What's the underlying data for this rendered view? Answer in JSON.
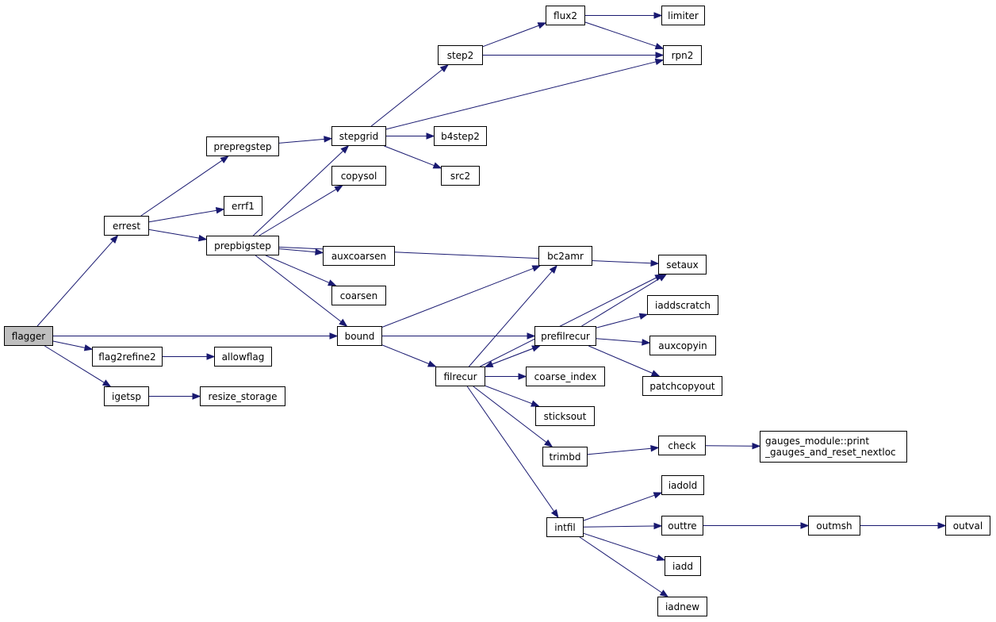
{
  "graph": {
    "root": "flagger",
    "nodes": {
      "flagger": "flagger",
      "errest": "errest",
      "flag2refine2": "flag2refine2",
      "igetsp": "igetsp",
      "bound": "bound",
      "prepregstep": "prepregstep",
      "errf1": "errf1",
      "prepbigstep": "prepbigstep",
      "allowflag": "allowflag",
      "resize_storage": "resize_storage",
      "stepgrid": "stepgrid",
      "copysol": "copysol",
      "auxcoarsen": "auxcoarsen",
      "coarsen": "coarsen",
      "step2": "step2",
      "b4step2": "b4step2",
      "src2": "src2",
      "flux2": "flux2",
      "limiter": "limiter",
      "rpn2": "rpn2",
      "filrecur": "filrecur",
      "bc2amr": "bc2amr",
      "prefilrecur": "prefilrecur",
      "coarse_index": "coarse_index",
      "sticksout": "sticksout",
      "trimbd": "trimbd",
      "intfil": "intfil",
      "setaux": "setaux",
      "iaddscratch": "iaddscratch",
      "auxcopyin": "auxcopyin",
      "patchcopyout": "patchcopyout",
      "check": "check",
      "gauges_print_line1": "gauges_module::print",
      "gauges_print_line2": "_gauges_and_reset_nextloc",
      "iadold": "iadold",
      "outtre": "outtre",
      "iadd": "iadd",
      "iadnew": "iadnew",
      "outmsh": "outmsh",
      "outval": "outval"
    },
    "edges": [
      [
        "flagger",
        "errest"
      ],
      [
        "flagger",
        "flag2refine2"
      ],
      [
        "flagger",
        "igetsp"
      ],
      [
        "flagger",
        "bound"
      ],
      [
        "errest",
        "prepregstep"
      ],
      [
        "errest",
        "errf1"
      ],
      [
        "errest",
        "prepbigstep"
      ],
      [
        "prepregstep",
        "stepgrid"
      ],
      [
        "prepbigstep",
        "stepgrid"
      ],
      [
        "prepbigstep",
        "copysol"
      ],
      [
        "prepbigstep",
        "auxcoarsen"
      ],
      [
        "prepbigstep",
        "coarsen"
      ],
      [
        "prepbigstep",
        "bound"
      ],
      [
        "prepbigstep",
        "setaux"
      ],
      [
        "flag2refine2",
        "allowflag"
      ],
      [
        "igetsp",
        "resize_storage"
      ],
      [
        "stepgrid",
        "step2"
      ],
      [
        "stepgrid",
        "rpn2"
      ],
      [
        "stepgrid",
        "b4step2"
      ],
      [
        "stepgrid",
        "src2"
      ],
      [
        "step2",
        "flux2"
      ],
      [
        "step2",
        "rpn2"
      ],
      [
        "flux2",
        "limiter"
      ],
      [
        "flux2",
        "rpn2"
      ],
      [
        "bound",
        "bc2amr"
      ],
      [
        "bound",
        "prefilrecur"
      ],
      [
        "bound",
        "filrecur"
      ],
      [
        "filrecur",
        "bc2amr"
      ],
      [
        "filrecur",
        "setaux"
      ],
      [
        "filrecur",
        "prefilrecur"
      ],
      [
        "filrecur",
        "coarse_index"
      ],
      [
        "filrecur",
        "sticksout"
      ],
      [
        "filrecur",
        "trimbd"
      ],
      [
        "filrecur",
        "intfil"
      ],
      [
        "prefilrecur",
        "filrecur"
      ],
      [
        "prefilrecur",
        "setaux"
      ],
      [
        "prefilrecur",
        "iaddscratch"
      ],
      [
        "prefilrecur",
        "auxcopyin"
      ],
      [
        "prefilrecur",
        "patchcopyout"
      ],
      [
        "trimbd",
        "check"
      ],
      [
        "check",
        "gauges_print"
      ],
      [
        "intfil",
        "iadold"
      ],
      [
        "intfil",
        "outtre"
      ],
      [
        "intfil",
        "iadd"
      ],
      [
        "intfil",
        "iadnew"
      ],
      [
        "outtre",
        "outmsh"
      ],
      [
        "outmsh",
        "outval"
      ]
    ]
  },
  "colors": {
    "edge": "#191970",
    "node_border": "#000000",
    "node_fill": "#ffffff",
    "root_fill": "#bfbfbf"
  }
}
